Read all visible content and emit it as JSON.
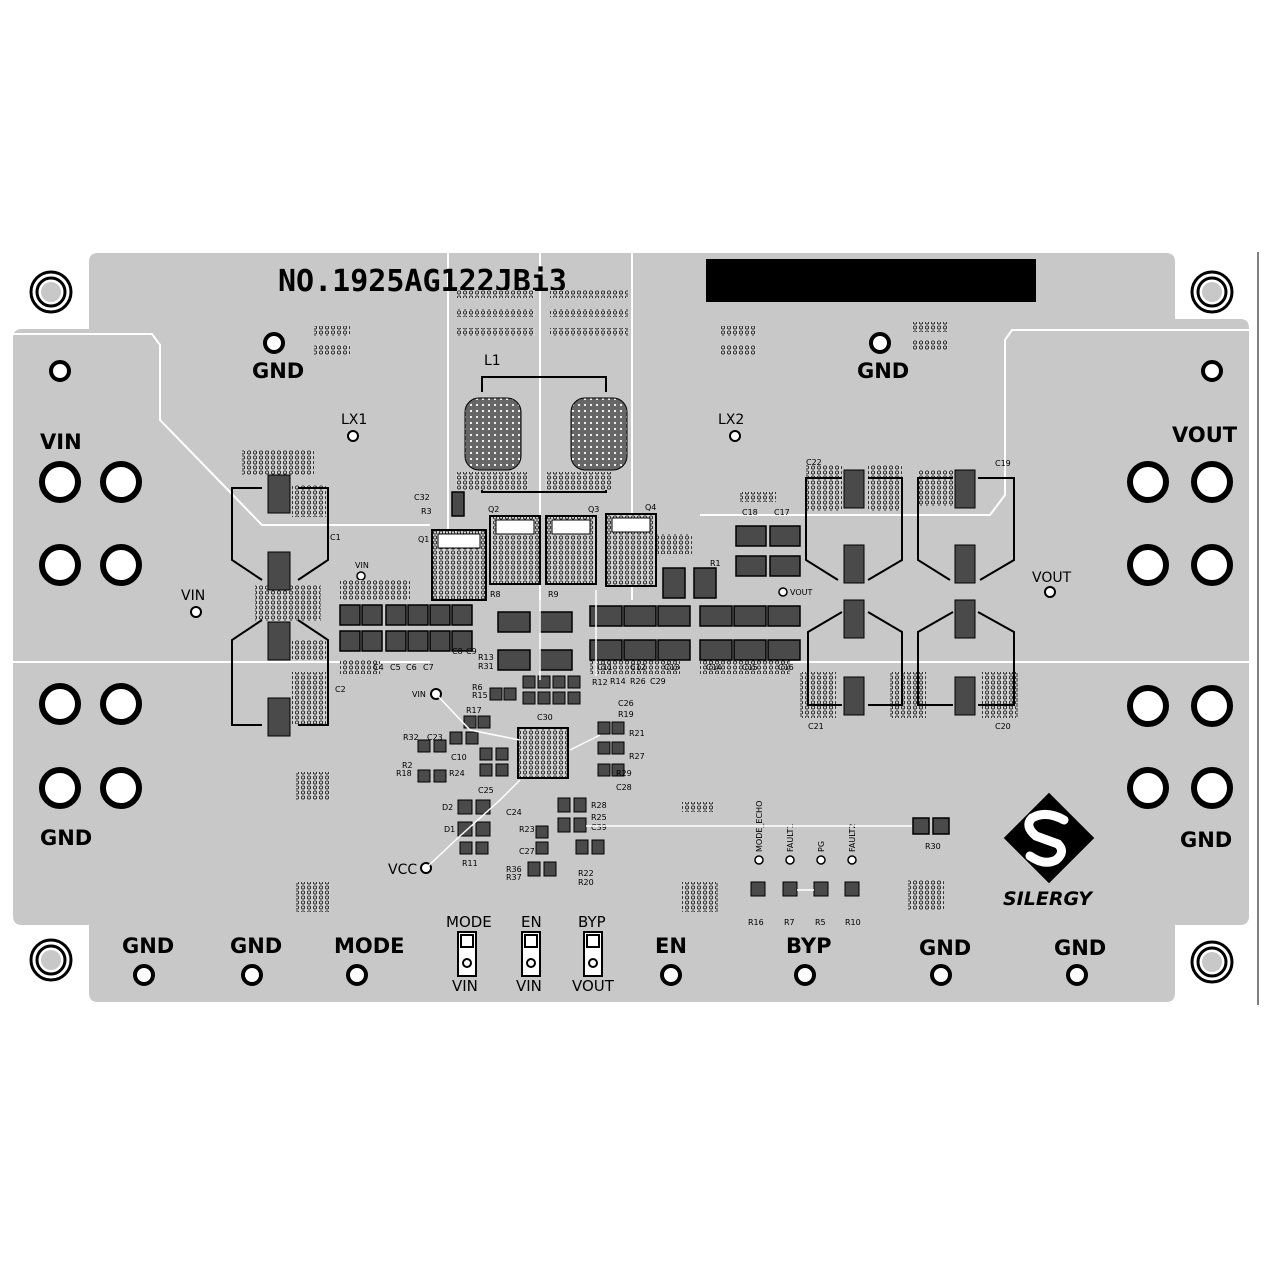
{
  "board": {
    "part_number": "NO.1925AG122JBi3",
    "brand": "SILERGY",
    "colors": {
      "board": "#c8c8c8",
      "copper": "#d9d9d9",
      "silk": "#000000",
      "pad": "#4a4a4a"
    }
  },
  "big_labels": {
    "gnd_top_left": "GND",
    "gnd_top_right": "GND",
    "vin_left": "VIN",
    "vout_right": "VOUT",
    "gnd_left": "GND",
    "gnd_right": "GND",
    "gnd_b1": "GND",
    "gnd_b2": "GND",
    "mode_b": "MODE",
    "en_b": "EN",
    "byp_b": "BYP",
    "gnd_b3": "GND",
    "gnd_b4": "GND",
    "mode_j": "MODE",
    "vin_j1": "VIN",
    "en_j": "EN",
    "vin_j2": "VIN",
    "byp_j": "BYP",
    "vout_j": "VOUT",
    "l1": "L1",
    "vcc": "VCC"
  },
  "test_points": {
    "lx1": "LX1",
    "lx2": "LX2",
    "vin_tp": "VIN",
    "vout_tp": "VOUT",
    "vin_small1": "VIN",
    "vin_small2": "VIN",
    "vout_small": "VOUT",
    "mode_echo": "MODE_ECHO",
    "fault1": "FAULT1",
    "pg": "PG",
    "fault2": "FAULT2"
  },
  "components": {
    "C1": "C1",
    "C2": "C2",
    "C4": "C4",
    "C5": "C5",
    "C6": "C6",
    "C7": "C7",
    "C8": "C8",
    "C9": "C9",
    "C10": "C10",
    "C11": "C11",
    "C12": "C12",
    "C13": "C13",
    "C14": "C14",
    "C15": "C15",
    "C16": "C16",
    "C17": "C17",
    "C18": "C18",
    "C19": "C19",
    "C20": "C20",
    "C21": "C21",
    "C22": "C22",
    "C23": "C23",
    "C24": "C24",
    "C25": "C25",
    "C26": "C26",
    "C27": "C27",
    "C28": "C28",
    "C29": "C29",
    "C30": "C30",
    "C32": "C32",
    "C39": "C39",
    "Q1": "Q1",
    "Q2": "Q2",
    "Q3": "Q3",
    "Q4": "Q4",
    "R1": "R1",
    "R2": "R2",
    "R3": "R3",
    "R5": "R5",
    "R6": "R6",
    "R7": "R7",
    "R8": "R8",
    "R9": "R9",
    "R10": "R10",
    "R11": "R11",
    "R12": "R12",
    "R13": "R13",
    "R14": "R14",
    "R15": "R15",
    "R16": "R16",
    "R17": "R17",
    "R18": "R18",
    "R19": "R19",
    "R20": "R20",
    "R21": "R21",
    "R22": "R22",
    "R23": "R23",
    "R24": "R24",
    "R25": "R25",
    "R26": "R26",
    "R27": "R27",
    "R28": "R28",
    "R29": "R29",
    "R30": "R30",
    "R31": "R31",
    "R32": "R32",
    "R36": "R36",
    "R37": "R37",
    "D1": "D1",
    "D2": "D2"
  }
}
